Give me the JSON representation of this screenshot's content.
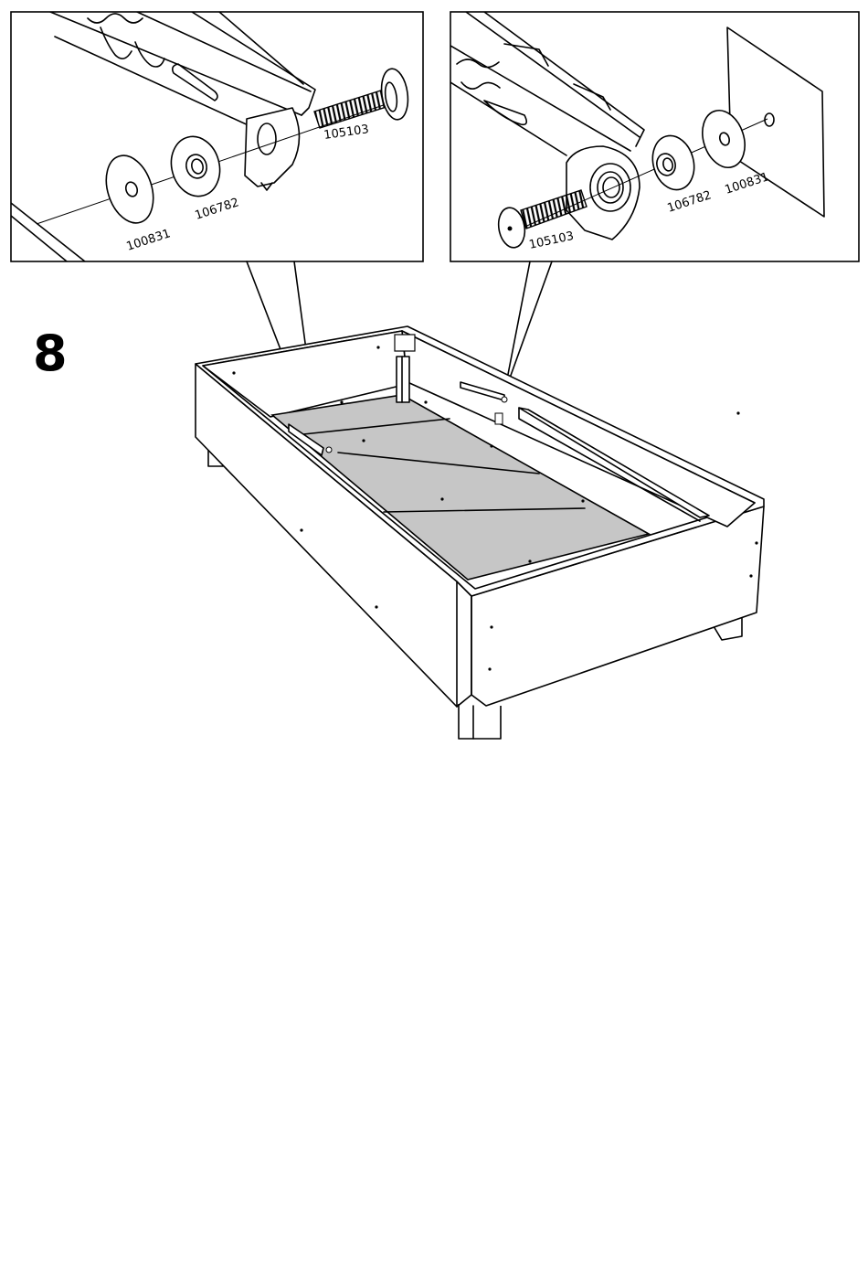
{
  "step": {
    "number": "8"
  },
  "callout_left": {
    "labels": {
      "bolt": "105103",
      "washer_small": "106782",
      "washer_large": "100831"
    }
  },
  "callout_right": {
    "labels": {
      "bolt": "105103",
      "washer_small": "106782",
      "washer_large": "100831"
    }
  },
  "colors": {
    "line": "#000000",
    "panel_fill": "#c6c6c6",
    "background": "#ffffff"
  }
}
